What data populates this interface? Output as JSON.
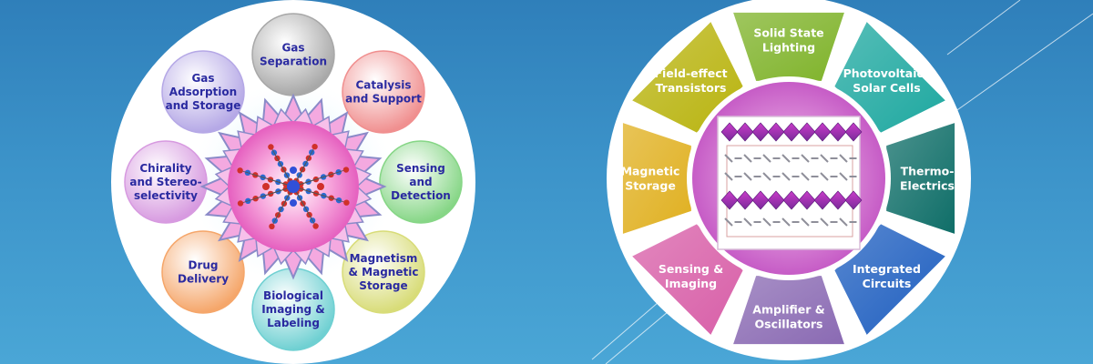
{
  "left_diagram": {
    "bubbles": [
      {
        "id": "gas-separation",
        "lines": [
          "Gas",
          "Separation"
        ],
        "color": "#a8a8a8"
      },
      {
        "id": "catalysis-support",
        "lines": [
          "Catalysis",
          "and Support"
        ],
        "color": "#f08f8f"
      },
      {
        "id": "sensing-detection",
        "lines": [
          "Sensing",
          "and",
          "Detection"
        ],
        "color": "#86d686"
      },
      {
        "id": "magnetism-storage",
        "lines": [
          "Magnetism",
          "& Magnetic",
          "Storage"
        ],
        "color": "#d8dc78"
      },
      {
        "id": "biological-imaging",
        "lines": [
          "Biological",
          "Imaging &",
          "Labeling"
        ],
        "color": "#6fd0d2"
      },
      {
        "id": "drug-delivery",
        "lines": [
          "Drug",
          "Delivery"
        ],
        "color": "#f5a66a"
      },
      {
        "id": "chirality",
        "lines": [
          "Chirality",
          "and Stereo-",
          "selectivity"
        ],
        "color": "#d79ae0"
      },
      {
        "id": "gas-adsorption",
        "lines": [
          "Gas",
          "Adsorption",
          "and Storage"
        ],
        "color": "#b5a8e6"
      }
    ]
  },
  "right_diagram": {
    "segments": [
      {
        "id": "solid-state-lighting",
        "lines": [
          "Solid State",
          "Lighting"
        ],
        "color": "#7fb32a"
      },
      {
        "id": "photovoltaics",
        "lines": [
          "Photovoltaics",
          "Solar Cells"
        ],
        "color": "#1ea8a0"
      },
      {
        "id": "thermoelectrics",
        "lines": [
          "Thermo-",
          "Electrics"
        ],
        "color": "#0f6e68"
      },
      {
        "id": "integrated-circuits",
        "lines": [
          "Integrated",
          "Circuits"
        ],
        "color": "#1f5fc0"
      },
      {
        "id": "amplifier-oscillators",
        "lines": [
          "Amplifier &",
          "Oscillators"
        ],
        "color": "#8a6ab3"
      },
      {
        "id": "sensing-imaging",
        "lines": [
          "Sensing &",
          "Imaging"
        ],
        "color": "#d85fa8"
      },
      {
        "id": "magnetic-storage",
        "lines": [
          "Magnetic",
          "Storage"
        ],
        "color": "#e0b020"
      },
      {
        "id": "field-effect-transistors",
        "lines": [
          "Field-effect",
          "Transistors"
        ],
        "color": "#b9b410"
      }
    ]
  }
}
